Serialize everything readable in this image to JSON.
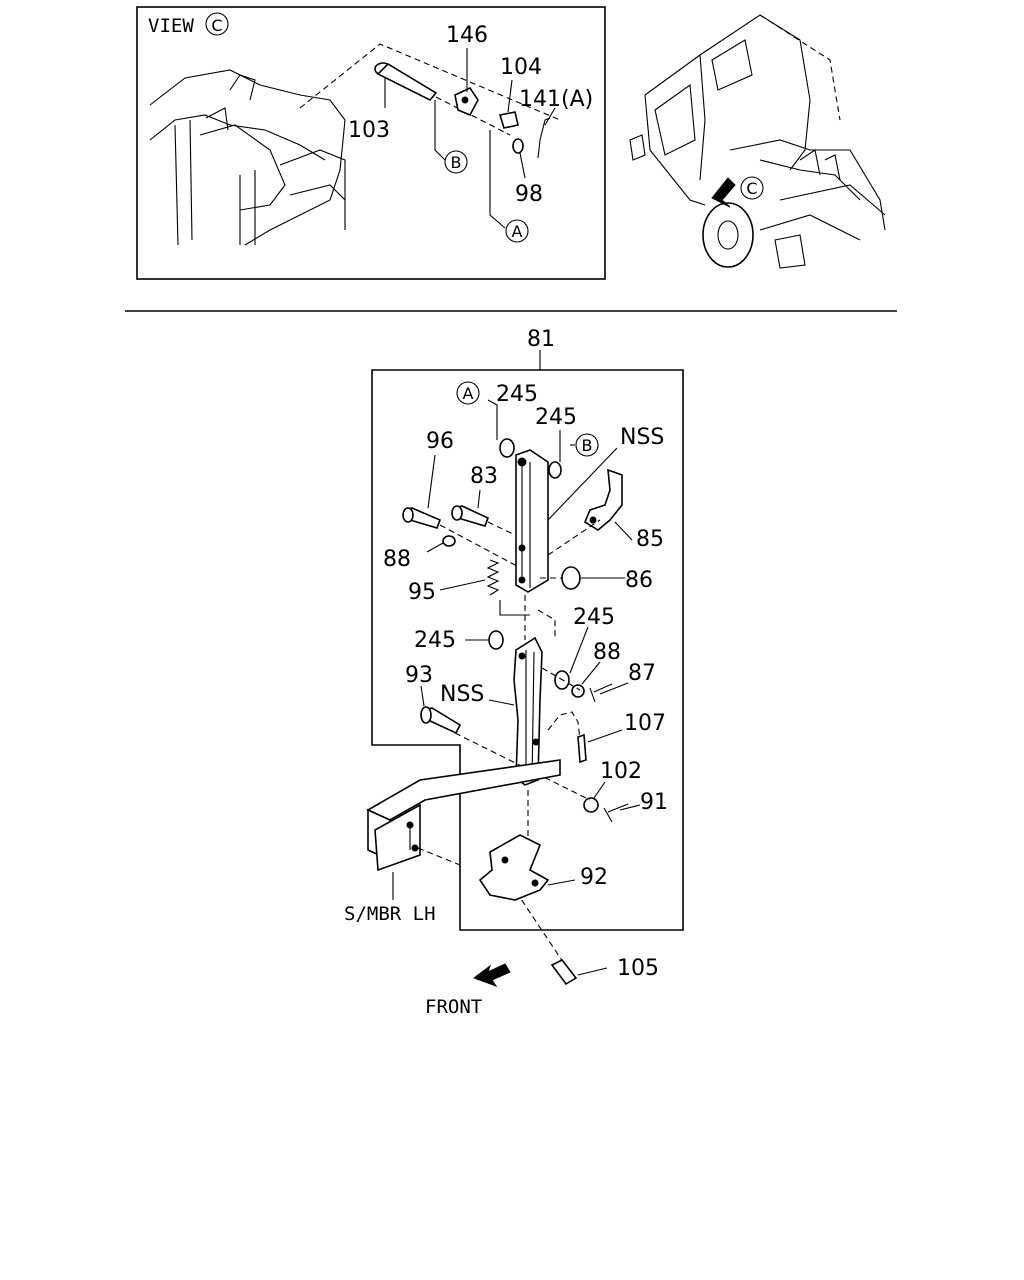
{
  "view_label": "VIEW",
  "view_ref": "C",
  "front_label": "FRONT",
  "frame_label": "S/MBR LH",
  "callouts": {
    "p146": "146",
    "p104": "104",
    "p141": "141(A)",
    "p103": "103",
    "p98": "98",
    "p81": "81",
    "p245a": "245",
    "p245b": "245",
    "p245c": "245",
    "p245d": "245",
    "p96": "96",
    "p83": "83",
    "nss1": "NSS",
    "p85": "85",
    "p88a": "88",
    "p86": "86",
    "p95": "95",
    "p88b": "88",
    "p87": "87",
    "p93": "93",
    "nss2": "NSS",
    "p107": "107",
    "p102": "102",
    "p91": "91",
    "p92": "92",
    "p105": "105"
  },
  "refs": {
    "a1": "A",
    "b1": "B",
    "a2": "A",
    "b2": "B",
    "c_truck": "C"
  }
}
